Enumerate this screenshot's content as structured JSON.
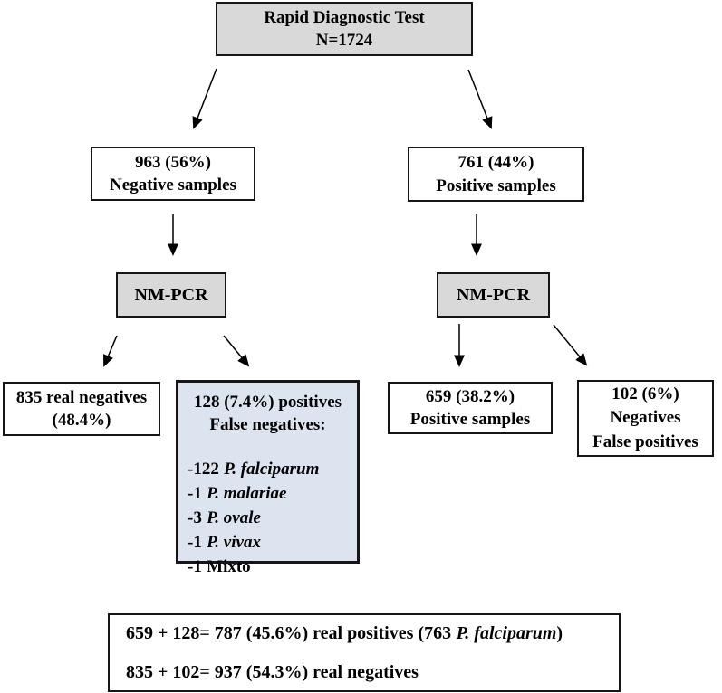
{
  "boxes": {
    "root": {
      "line1": "Rapid Diagnostic Test",
      "line2": "N=1724"
    },
    "rdt_negative": {
      "line1": "963 (56%)",
      "line2": "Negative samples"
    },
    "rdt_positive": {
      "line1": "761 (44%)",
      "line2": "Positive samples"
    },
    "nmpcr_left": {
      "label": "NM-PCR"
    },
    "nmpcr_right": {
      "label": "NM-PCR"
    },
    "real_negatives": {
      "line1": "835 real negatives",
      "line2": "(48.4%)"
    },
    "false_negatives": {
      "header1": "128 (7.4%) positives",
      "header2": "False negatives:",
      "items": [
        {
          "count": "-122",
          "name": "P. falciparum"
        },
        {
          "count": "-1",
          "name": "P. malariae"
        },
        {
          "count": "-3",
          "name": "P. ovale"
        },
        {
          "count": "-1",
          "name": "P. vivax"
        },
        {
          "count": "-1",
          "name": "Mixto"
        }
      ]
    },
    "pcr_positives": {
      "line1": "659 (38.2%)",
      "line2": "Positive samples"
    },
    "false_positives": {
      "line1": "102 (6%)",
      "line2": "Negatives",
      "line3": "False positives"
    },
    "summary": {
      "line1_before": "659 + 128= 787 (45.6%) real positives (763",
      "line1_italic": "P. falciparum",
      "line1_after": ")",
      "line2": "835 + 102= 937 (54.3%) real negatives"
    }
  },
  "colors": {
    "box_fill_gray": "#d9d9d9",
    "box_fill_blue": "#dce4f0",
    "box_fill_white": "#ffffff",
    "line_black": "#000000"
  }
}
